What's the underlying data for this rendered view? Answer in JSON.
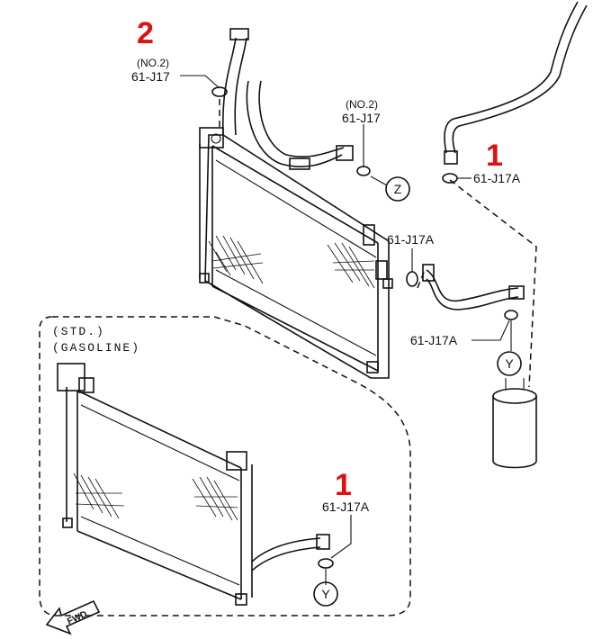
{
  "callouts": {
    "top_left": "2",
    "top_right": "1",
    "bottom": "1"
  },
  "labels": {
    "no2_a": "(NO.2)",
    "part_a": "61-J17",
    "no2_b": "(NO.2)",
    "part_b": "61-J17",
    "part_c": "61-J17A",
    "part_d": "61-J17A",
    "part_e": "61-J17A",
    "part_f": "61-J17A"
  },
  "markers": {
    "z": "Z",
    "y_top": "Y",
    "y_bottom": "Y"
  },
  "std_box": {
    "line1": "(STD.)",
    "line2": "(GASOLINE)"
  },
  "fwd": "FWD",
  "colors": {
    "callout": "#e01010",
    "line": "#111111"
  }
}
